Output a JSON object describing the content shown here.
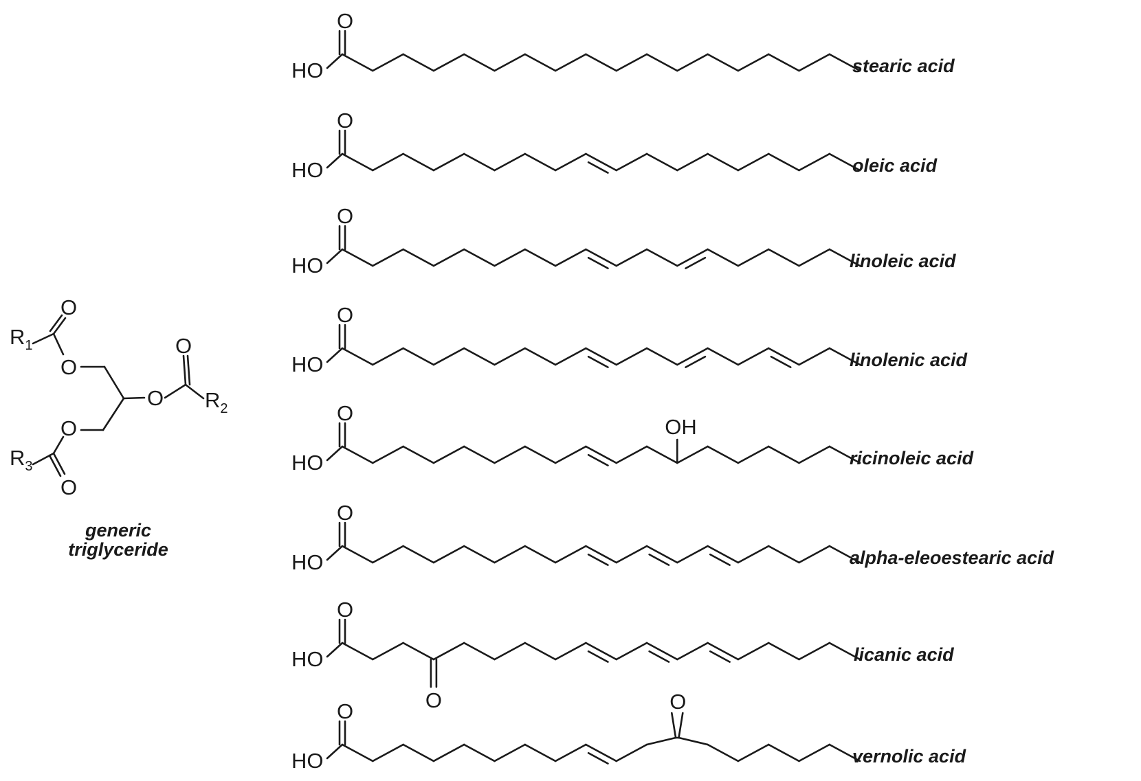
{
  "atoms": {
    "hydroxyl_label": "HO",
    "oxygen_label": "O",
    "oh_label": "OH",
    "r_label": "R",
    "r1_sub": "1",
    "r2_sub": "2",
    "r3_sub": "3"
  },
  "triglyceride": {
    "caption_line1": "generic",
    "caption_line2": "triglyceride"
  },
  "acids": [
    {
      "name": "stearic acid"
    },
    {
      "name": "oleic acid"
    },
    {
      "name": "linoleic acid"
    },
    {
      "name": "linolenic acid"
    },
    {
      "name": "ricinoleic acid"
    },
    {
      "name": "alpha-eleoestearic acid"
    },
    {
      "name": "licanic acid"
    },
    {
      "name": "vernolic acid"
    }
  ]
}
